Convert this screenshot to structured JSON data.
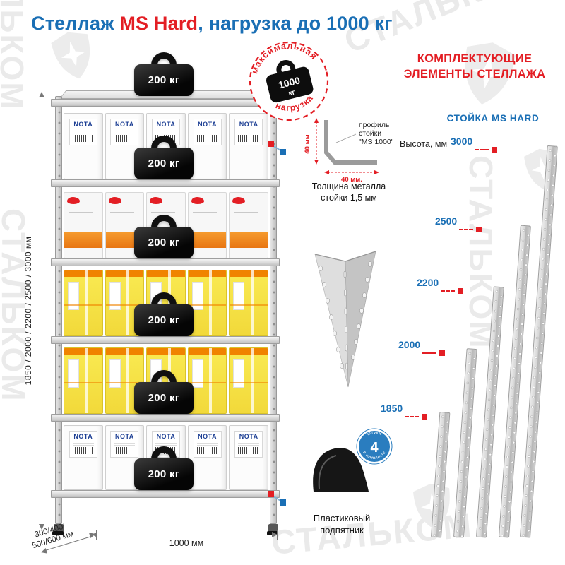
{
  "watermark": {
    "text": "СТАЛЬКОМ"
  },
  "title": {
    "prefix": "Стеллаж ",
    "product": "MS Hard",
    "suffix": ", нагрузка до 1000 кг"
  },
  "rack": {
    "shelf_load": "200 кг",
    "box_brand": "NOTA",
    "max_load_badge": {
      "arc_top": "максимальная",
      "arc_bottom": "нагрузка",
      "value": "1000",
      "unit": "кг"
    },
    "dimensions": {
      "heights": "1850 / 2000 / 2200 / 2500 / 3000 мм",
      "depth_line1": "300/400/",
      "depth_line2": "500/600 мм",
      "width": "1000 мм"
    }
  },
  "profile": {
    "label_line1": "профиль",
    "label_line2": "стойки",
    "label_line3": "\"MS 1000\"",
    "dim_vertical": "40 мм",
    "dim_horizontal": "40 мм.",
    "thickness_line1": "Толщина металла",
    "thickness_line2": "стойки 1,5 мм"
  },
  "foot": {
    "badge_count": "4",
    "badge_word_top": "штуки",
    "badge_word_bottom": "в комплекте",
    "label_line1": "Пластиковый",
    "label_line2": "подпятник"
  },
  "components": {
    "header_line1": "КОМПЛЕКТУЮЩИЕ",
    "header_line2": "ЭЛЕМЕНТЫ СТЕЛЛАЖА",
    "subheader": "СТОЙКА MS HARD",
    "height_label": "Высота, мм",
    "posts": [
      {
        "height": "1850"
      },
      {
        "height": "2000"
      },
      {
        "height": "2200"
      },
      {
        "height": "2500"
      },
      {
        "height": "3000"
      }
    ]
  },
  "colors": {
    "blue": "#1a6fb5",
    "red": "#e31e24"
  }
}
